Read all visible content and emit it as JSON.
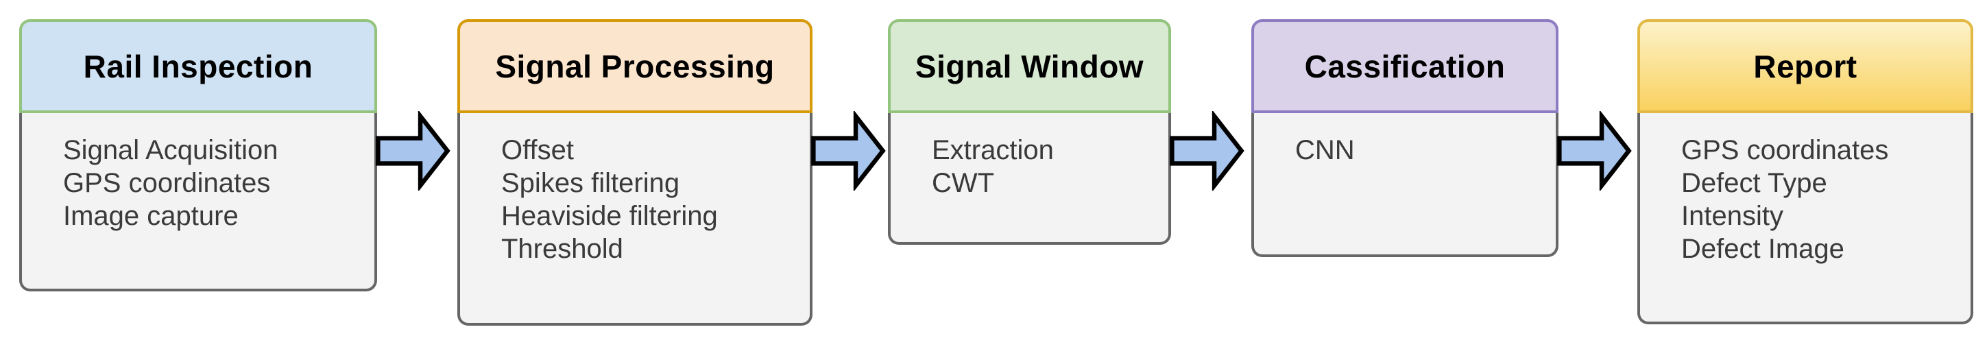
{
  "diagram": {
    "stages": [
      {
        "title": "Rail Inspection",
        "items": [
          "Signal Acquisition",
          "GPS coordinates",
          "Image capture"
        ],
        "header_fill": "#cfe2f3",
        "header_border": "#93c47d"
      },
      {
        "title": "Signal Processing",
        "items": [
          "Offset",
          "Spikes filtering",
          "Heaviside filtering",
          "Threshold"
        ],
        "header_fill": "#fce5cd",
        "header_border": "#d69a08"
      },
      {
        "title": "Signal Window",
        "items": [
          "Extraction",
          "CWT"
        ],
        "header_fill": "#d9ead3",
        "header_border": "#93c47d"
      },
      {
        "title": "Cassification",
        "items": [
          "CNN"
        ],
        "header_fill": "#d9d2e9",
        "header_border": "#8e7cc3"
      },
      {
        "title": "Report",
        "items": [
          "GPS coordinates",
          "Defect Type",
          "Intensity",
          "Defect Image"
        ],
        "header_fill": "linear-gradient(180deg, #fcf2c9 0%, #f9d15f 100%)",
        "header_border": "#e2b944"
      }
    ],
    "body_fill": "#f3f3f3",
    "body_border": "#666666",
    "arrow": {
      "fill": "#a8c5ed",
      "stroke": "#000000"
    }
  }
}
